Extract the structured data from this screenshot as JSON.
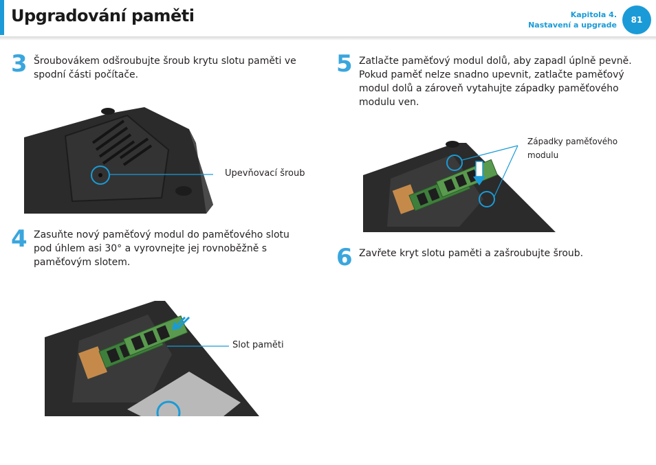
{
  "header": {
    "title": "Upgradování paměti",
    "chapter_line1": "Kapitola 4.",
    "chapter_line2": "Nastavení a upgrade",
    "page_number": "81"
  },
  "steps": [
    {
      "number": "3",
      "text": "Šroubovákem odšroubujte šroub krytu slotu paměti ve spodní části počítače."
    },
    {
      "number": "4",
      "text": "Zasuňte nový paměťový modul do paměťového slotu pod úhlem asi 30° a vyrovnejte jej rovnoběžně s paměťovým slotem."
    },
    {
      "number": "5",
      "text": "Zatlačte paměťový modul dolů, aby zapadl úplně pevně. Pokud paměť nelze snadno upevnit, zatlačte paměťový modul dolů a zároveň vytahujte západky paměťového modulu ven."
    },
    {
      "number": "6",
      "text": "Zavřete kryt slotu paměti a zašroubujte šroub."
    }
  ],
  "callouts": {
    "screw": "Upevňovací šroub",
    "slot": "Slot paměti",
    "latches_line1": "Západky paměťového",
    "latches_line2": "modulu"
  },
  "colors": {
    "accent": "#1a9bd7",
    "step_number": "#3aa6dd",
    "laptop_body": "#2b2b2b"
  }
}
